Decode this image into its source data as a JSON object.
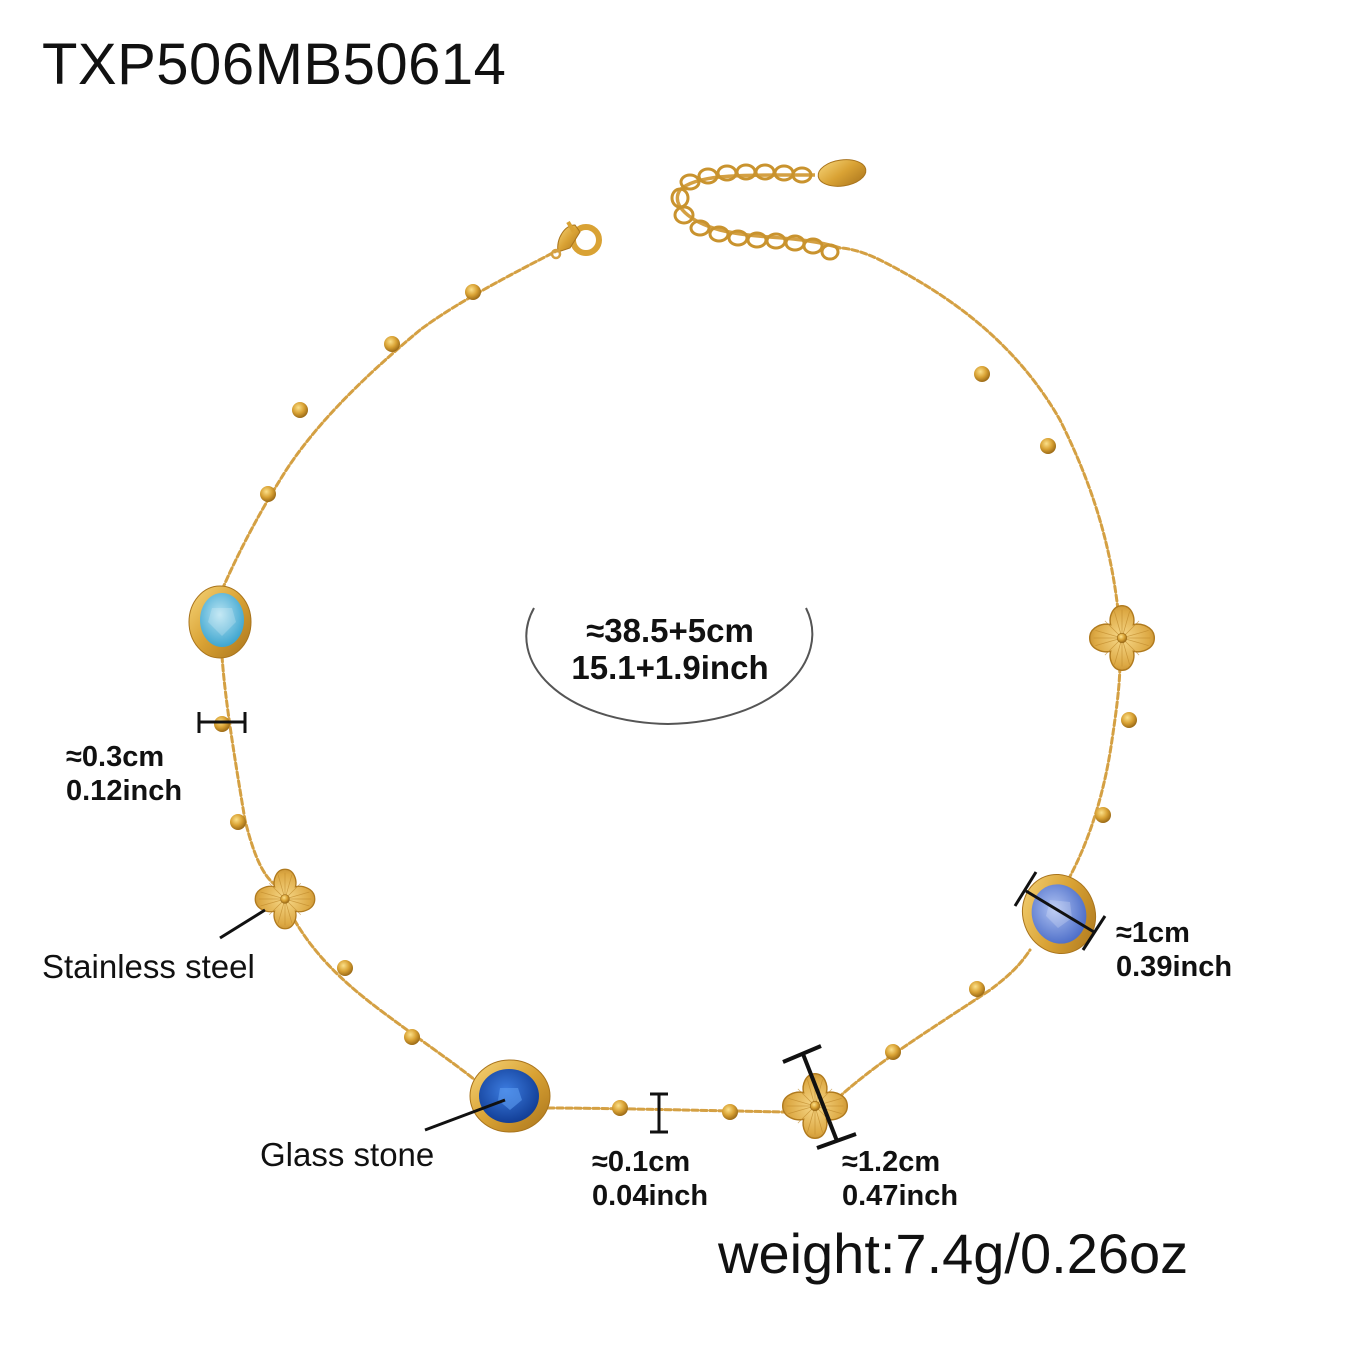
{
  "product": {
    "sku": "TXP506MB50614",
    "weight": "weight:7.4g/0.26oz"
  },
  "length": {
    "line1": "≈38.5+5cm",
    "line2": "15.1+1.9inch"
  },
  "annotations": {
    "bead_gap": {
      "cm": "≈0.3cm",
      "inch": "0.12inch"
    },
    "stone_size": {
      "cm": "≈1cm",
      "inch": "0.39inch"
    },
    "chain_width": {
      "cm": "≈0.1cm",
      "inch": "0.04inch"
    },
    "clover_size": {
      "cm": "≈1.2cm",
      "inch": "0.47inch"
    }
  },
  "materials": {
    "charm": "Stainless steel",
    "stone": "Glass stone"
  },
  "colors": {
    "gold": "#D9A234",
    "gold_dark": "#B07A1E",
    "gold_light": "#F2CC6A",
    "stone_aqua": "#6EC3E2",
    "stone_periwinkle": "#6E8FE0",
    "stone_royal": "#1F55B8",
    "text": "#111111"
  }
}
